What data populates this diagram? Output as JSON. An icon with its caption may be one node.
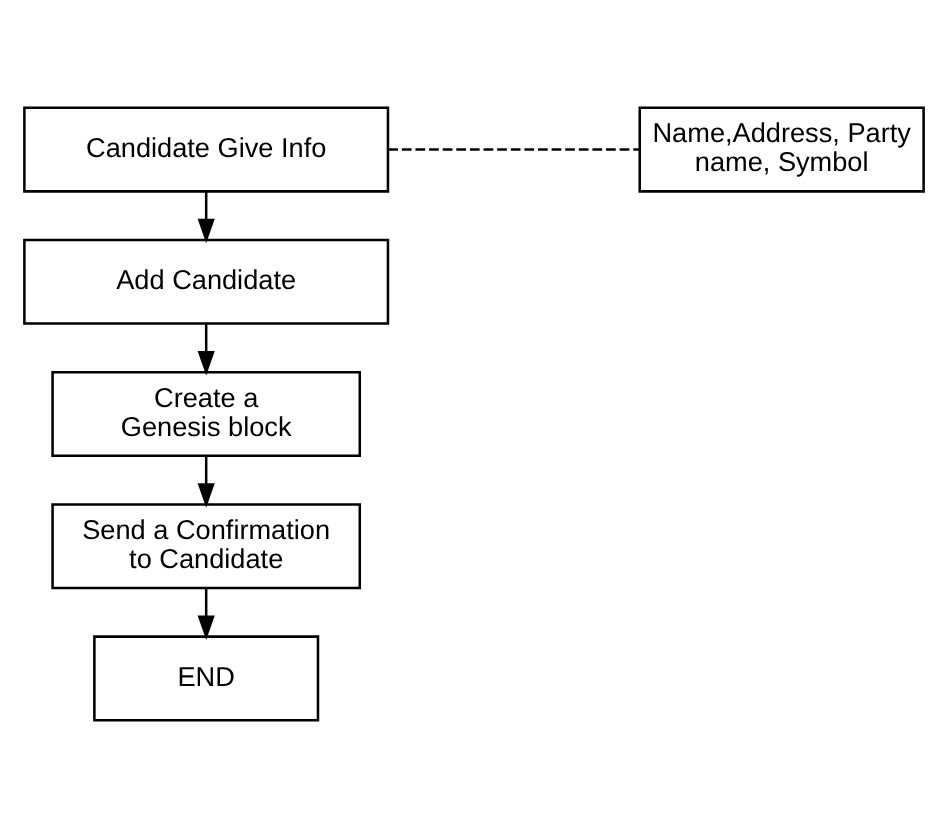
{
  "diagram": {
    "nodes": [
      {
        "text": [
          "Candidate Give Info"
        ]
      },
      {
        "text": [
          "Name,Address, Party name, Symbol"
        ]
      },
      {
        "text": [
          "Add Candidate"
        ]
      },
      {
        "text": [
          "Create a Genesis block"
        ]
      },
      {
        "text": [
          "Send a Confirmation to Candidate"
        ]
      },
      {
        "text": [
          "END"
        ]
      }
    ],
    "edges": [
      {
        "from": 0,
        "to": 1,
        "arrow": "none",
        "style": "dashed"
      },
      {
        "from": 0,
        "to": 2,
        "arrow": "to"
      },
      {
        "from": 2,
        "to": 3,
        "arrow": "to"
      },
      {
        "from": 3,
        "to": 4,
        "arrow": "to"
      },
      {
        "from": 4,
        "to": 5,
        "arrow": "to"
      }
    ]
  }
}
